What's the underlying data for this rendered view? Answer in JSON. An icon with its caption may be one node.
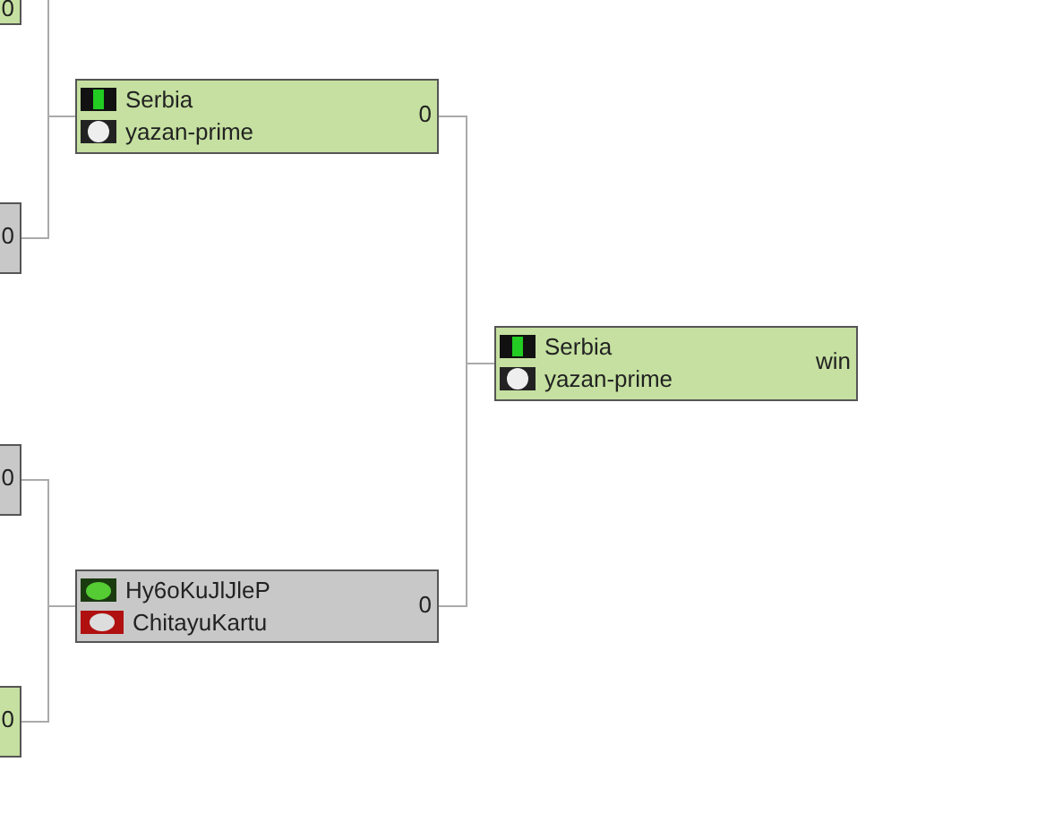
{
  "diagram": {
    "nodes": [
      {
        "text": [
          "0"
        ]
      },
      {
        "text": [
          "0"
        ]
      },
      {
        "text": [
          "0"
        ]
      },
      {
        "text": [
          "0"
        ]
      },
      {
        "text": [
          "Serbia",
          "yazan-prime",
          "0"
        ]
      },
      {
        "text": [
          "Hy6oKuJlJleP",
          "ChitayuKartu",
          "0"
        ]
      },
      {
        "text": [
          "Serbia",
          "yazan-prime",
          "win"
        ]
      }
    ],
    "edges": [
      {
        "from": 0,
        "to": 4,
        "arrow": "none"
      },
      {
        "from": 1,
        "to": 4,
        "arrow": "none"
      },
      {
        "from": 2,
        "to": 5,
        "arrow": "none"
      },
      {
        "from": 3,
        "to": 5,
        "arrow": "none"
      },
      {
        "from": 4,
        "to": 6,
        "arrow": "none"
      },
      {
        "from": 5,
        "to": 6,
        "arrow": "none"
      }
    ]
  }
}
